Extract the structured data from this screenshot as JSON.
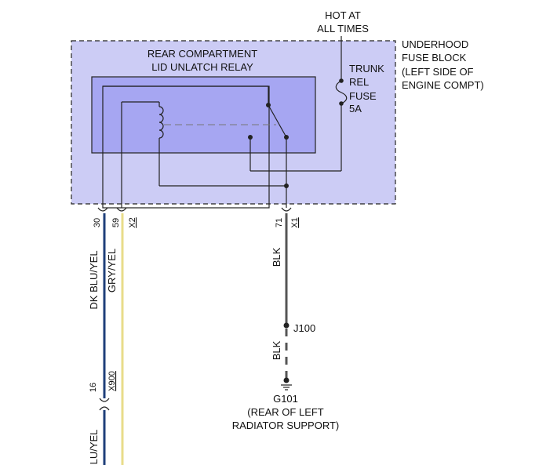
{
  "colors": {
    "fuse_block_fill": "#ccccf5",
    "relay_fill": "#a6a6f2",
    "wire_dk_blu_yel": "#1f3f7a",
    "wire_gry_yel": "#e8dc8a",
    "wire_blk": "#555555",
    "line": "#222222"
  },
  "hot_label": {
    "line1": "HOT AT",
    "line2": "ALL TIMES"
  },
  "fuse_block_label": {
    "line1": "UNDERHOOD",
    "line2": "FUSE BLOCK",
    "line3": "(LEFT SIDE OF",
    "line4": "ENGINE COMPT)"
  },
  "relay_label": {
    "line1": "REAR COMPARTMENT",
    "line2": "LID UNLATCH RELAY"
  },
  "fuse_label": {
    "line1": "TRUNK",
    "line2": "REL",
    "line3": "FUSE",
    "line4": "5A"
  },
  "pins": {
    "p30": "30",
    "p59": "59",
    "x2": "X2",
    "p71": "71",
    "x1": "X1",
    "p16": "16",
    "x900": "X900"
  },
  "wires": {
    "left1": "DK BLU/YEL",
    "left2": "GRY/YEL",
    "blk1": "BLK",
    "blk2": "BLK",
    "bottom_partial": "LU/YEL"
  },
  "splice": "J100",
  "ground": {
    "line1": "G101",
    "line2": "(REAR OF LEFT",
    "line3": "RADIATOR SUPPORT)"
  }
}
